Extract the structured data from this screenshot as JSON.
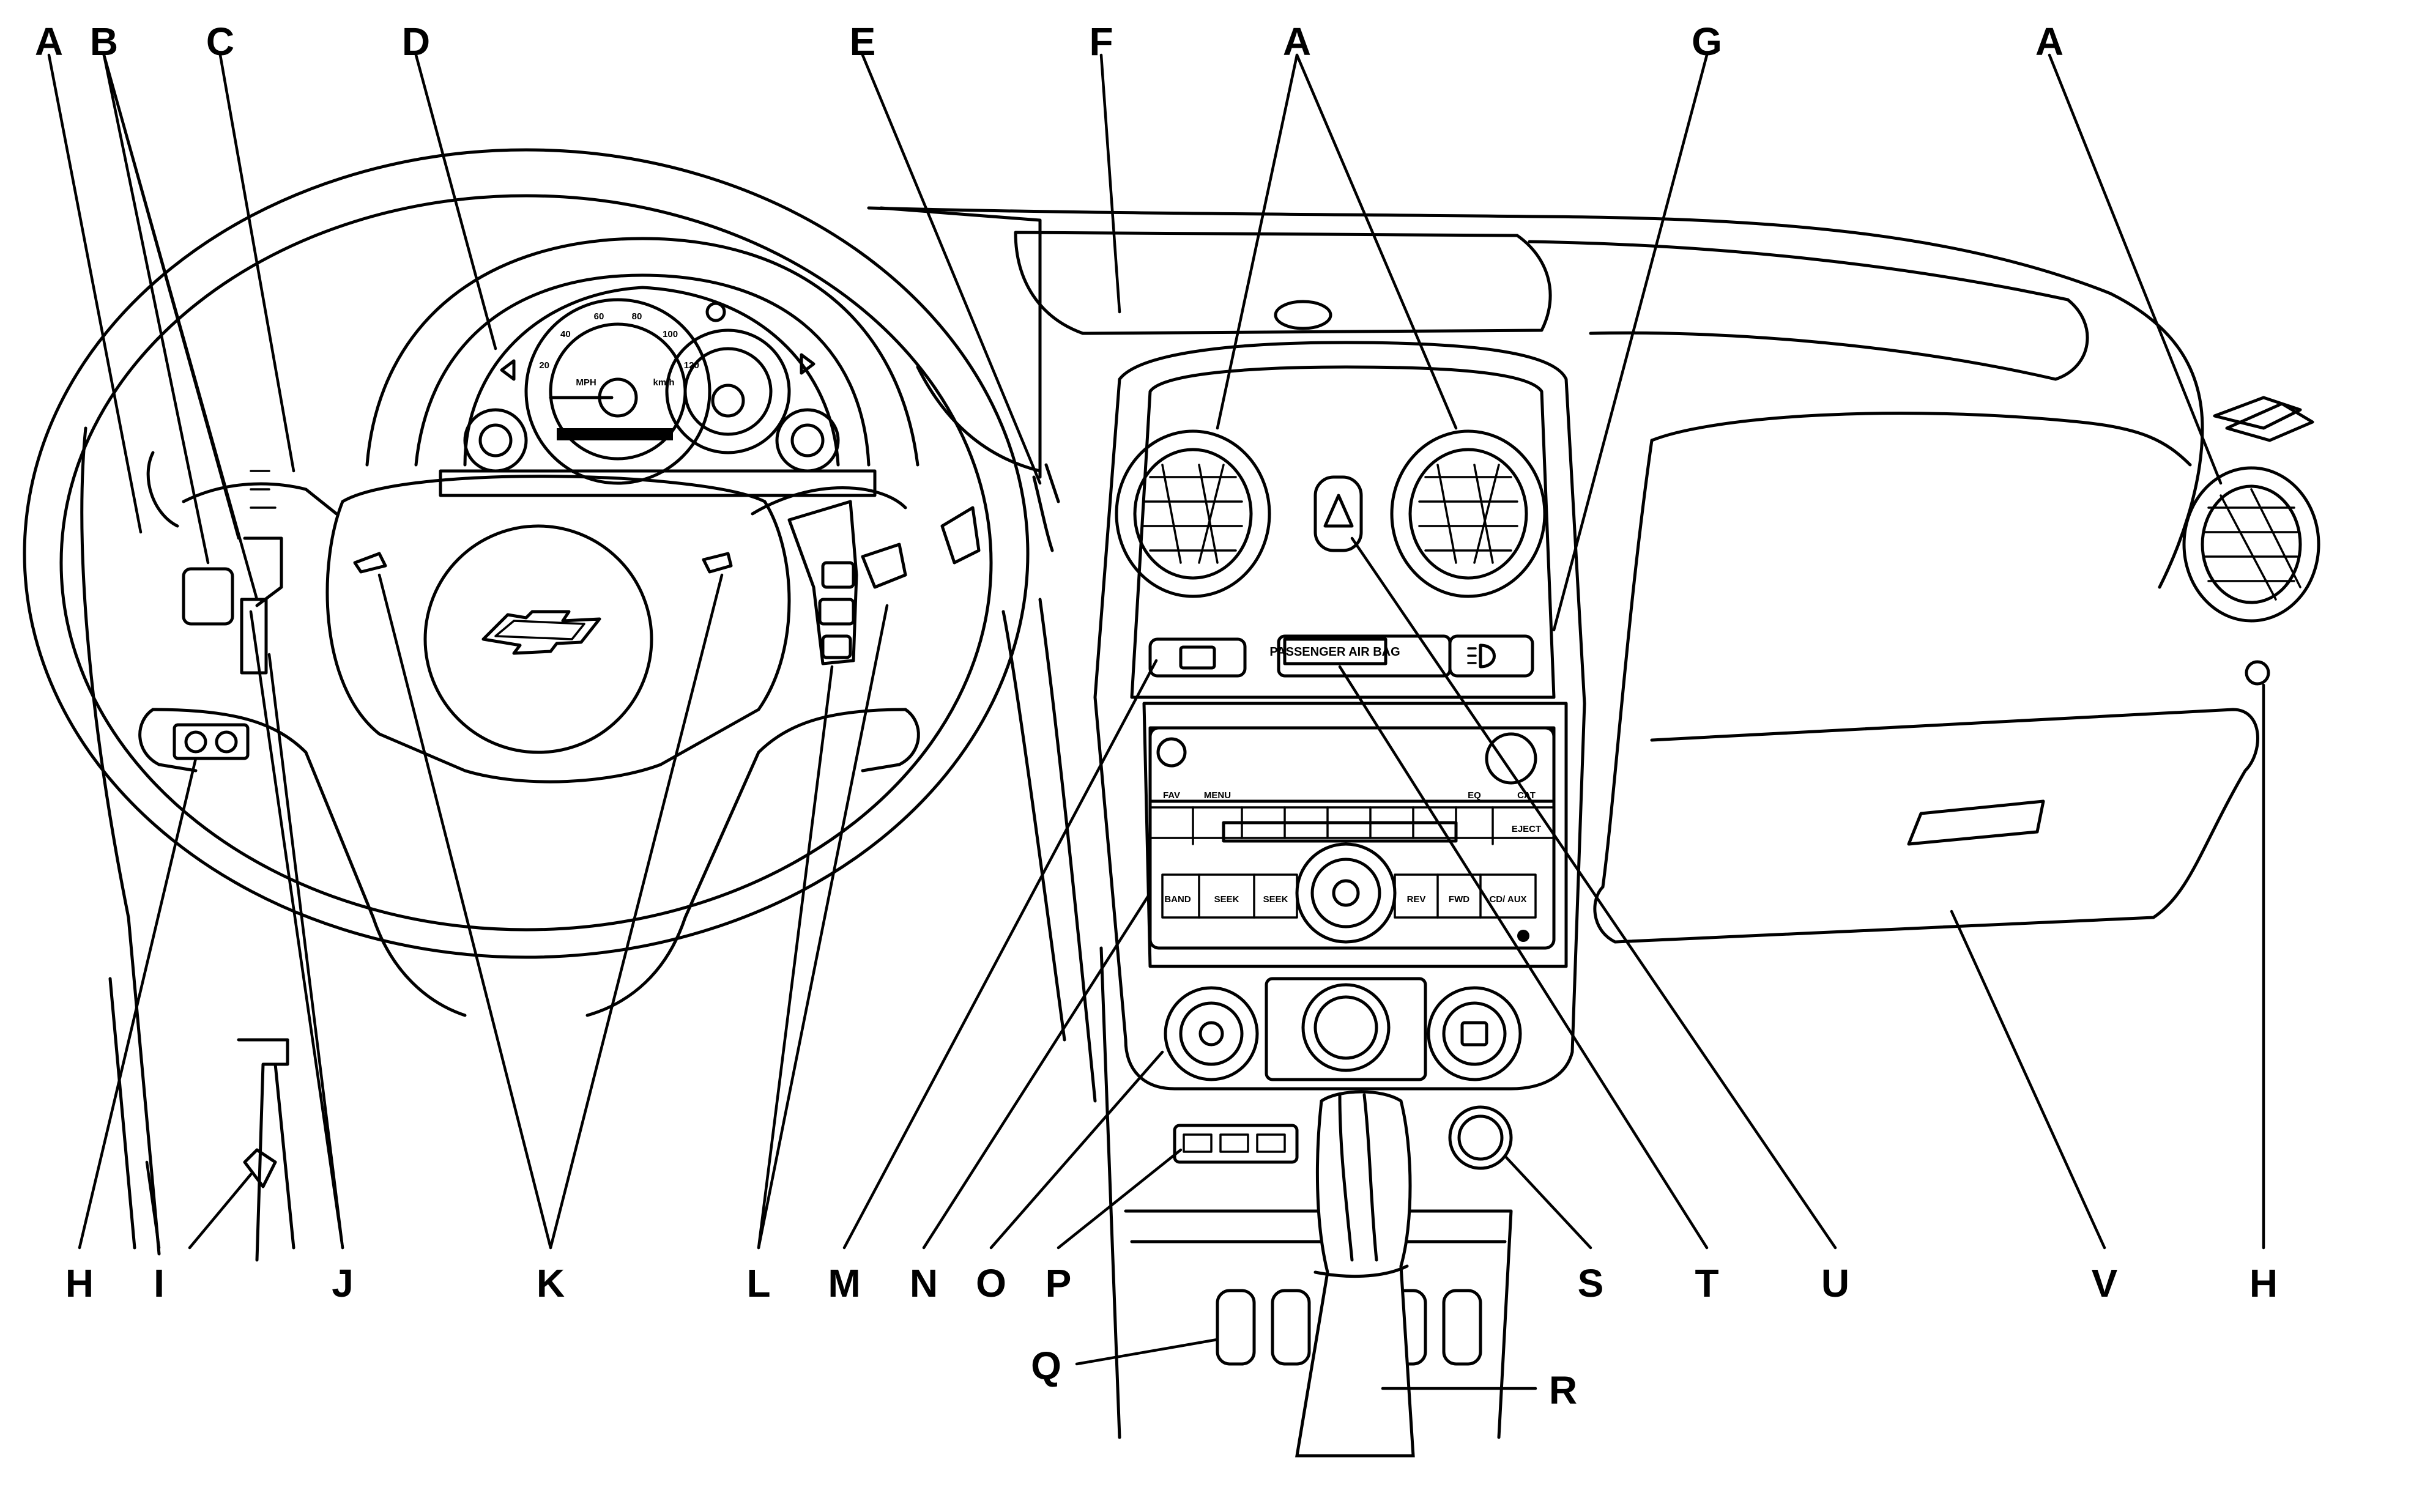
{
  "callouts": {
    "top": [
      "A",
      "B",
      "C",
      "D",
      "E",
      "F",
      "A",
      "G",
      "A"
    ],
    "bottom": [
      "H",
      "I",
      "J",
      "K",
      "L",
      "M",
      "N",
      "O",
      "P",
      "S",
      "T",
      "U",
      "V",
      "H"
    ],
    "side": [
      "Q",
      "R"
    ]
  },
  "panel_text": {
    "airbag": "PASSENGER AIR BAG",
    "mph": "MPH",
    "kmh": "km/h",
    "speedo": [
      "20",
      "40",
      "60",
      "80",
      "100",
      "120"
    ],
    "radio_top": [
      "FAV",
      "MENU",
      "EQ",
      "CAT"
    ],
    "eject": "EJECT",
    "band": "BAND",
    "seek": "SEEK",
    "rev": "REV",
    "fwd": "FWD",
    "aux": "CD/ AUX"
  }
}
